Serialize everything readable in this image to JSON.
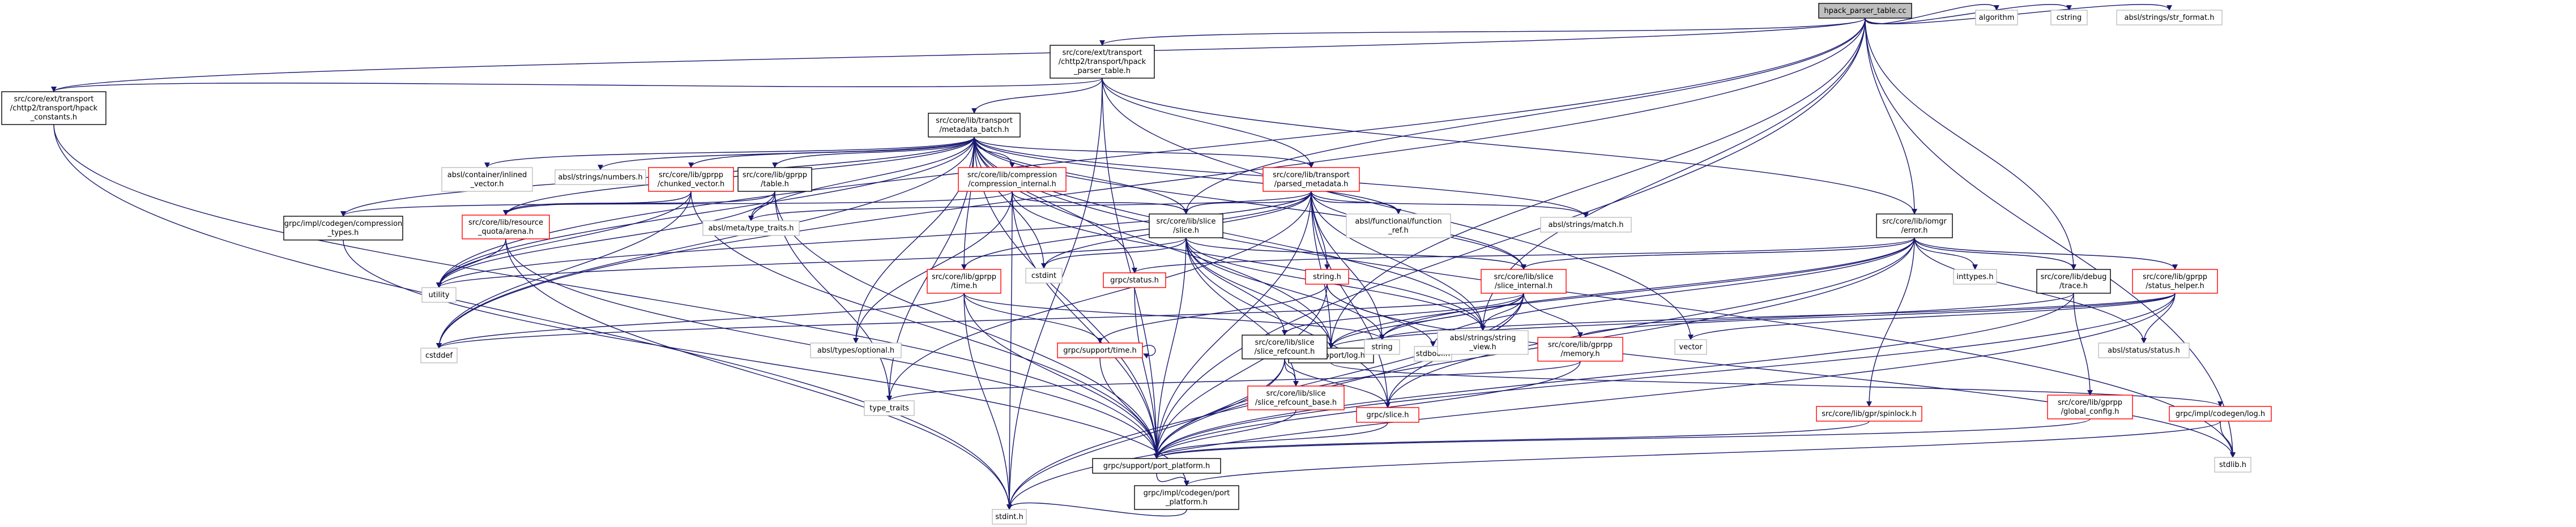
{
  "graph": {
    "nodes": [
      {
        "id": "root",
        "lines": [
          "hpack_parser_table.cc"
        ],
        "kind": "root"
      },
      {
        "id": "hpt_h",
        "lines": [
          "src/core/ext/transport",
          "/chttp2/transport/hpack",
          "_parser_table.h"
        ],
        "kind": "normal"
      },
      {
        "id": "hpc_h",
        "lines": [
          "src/core/ext/transport",
          "/chttp2/transport/hpack",
          "_constants.h"
        ],
        "kind": "normal"
      },
      {
        "id": "mb_h",
        "lines": [
          "src/core/lib/transport",
          "/metadata_batch.h"
        ],
        "kind": "normal"
      },
      {
        "id": "stdint",
        "lines": [
          "stdint.h"
        ],
        "kind": "system"
      },
      {
        "id": "utility",
        "lines": [
          "utility"
        ],
        "kind": "system"
      },
      {
        "id": "cstddef",
        "lines": [
          "cstddef"
        ],
        "kind": "system"
      },
      {
        "id": "vector",
        "lines": [
          "vector"
        ],
        "kind": "system"
      },
      {
        "id": "algorithm",
        "lines": [
          "algorithm"
        ],
        "kind": "system"
      },
      {
        "id": "cstring",
        "lines": [
          "cstring"
        ],
        "kind": "system"
      },
      {
        "id": "str_format",
        "lines": [
          "absl/strings/str_format.h"
        ],
        "kind": "system"
      },
      {
        "id": "stdlib",
        "lines": [
          "stdlib.h"
        ],
        "kind": "system"
      },
      {
        "id": "port_platform",
        "lines": [
          "grpc/support/port_platform.h"
        ],
        "kind": "normal"
      },
      {
        "id": "grpc_log",
        "lines": [
          "grpc/support/log.h"
        ],
        "kind": "normal"
      },
      {
        "id": "inlined_vector",
        "lines": [
          "absl/container/inlined",
          "_vector.h"
        ],
        "kind": "system"
      },
      {
        "id": "numbers",
        "lines": [
          "absl/strings/numbers.h"
        ],
        "kind": "system"
      },
      {
        "id": "chunked_vector",
        "lines": [
          "src/core/lib/gprpp",
          "/chunked_vector.h"
        ],
        "kind": "red"
      },
      {
        "id": "gprpp_table",
        "lines": [
          "src/core/lib/gprpp",
          "/table.h"
        ],
        "kind": "normal"
      },
      {
        "id": "compression_internal",
        "lines": [
          "src/core/lib/compression",
          "/compression_internal.h"
        ],
        "kind": "red"
      },
      {
        "id": "parsed_metadata",
        "lines": [
          "src/core/lib/transport",
          "/parsed_metadata.h"
        ],
        "kind": "red"
      },
      {
        "id": "error_h",
        "lines": [
          "src/core/lib/iomgr",
          "/error.h"
        ],
        "kind": "normal"
      },
      {
        "id": "compression_types",
        "lines": [
          "grpc/impl/codegen/compression",
          "_types.h"
        ],
        "kind": "normal"
      },
      {
        "id": "resource_quota",
        "lines": [
          "src/core/lib/resource",
          "_quota/arena.h"
        ],
        "kind": "red"
      },
      {
        "id": "meta_type_traits",
        "lines": [
          "absl/meta/type_traits.h"
        ],
        "kind": "system"
      },
      {
        "id": "slice_h",
        "lines": [
          "src/core/lib/slice",
          "/slice.h"
        ],
        "kind": "normal"
      },
      {
        "id": "function_ref",
        "lines": [
          "absl/functional/function",
          "_ref.h"
        ],
        "kind": "system"
      },
      {
        "id": "match",
        "lines": [
          "absl/strings/match.h"
        ],
        "kind": "system"
      },
      {
        "id": "cstdint",
        "lines": [
          "cstdint"
        ],
        "kind": "system"
      },
      {
        "id": "gpr_time",
        "lines": [
          "src/core/lib/gprpp",
          "/time.h"
        ],
        "kind": "red"
      },
      {
        "id": "grpc_status",
        "lines": [
          "grpc/status.h"
        ],
        "kind": "red"
      },
      {
        "id": "string_h",
        "lines": [
          "string.h"
        ],
        "kind": "red"
      },
      {
        "id": "slice_internal",
        "lines": [
          "src/core/lib/slice",
          "/slice_internal.h"
        ],
        "kind": "red"
      },
      {
        "id": "inttypes",
        "lines": [
          "inttypes.h"
        ],
        "kind": "system"
      },
      {
        "id": "debug_trace",
        "lines": [
          "src/core/lib/debug",
          "/trace.h"
        ],
        "kind": "normal"
      },
      {
        "id": "status_helper",
        "lines": [
          "src/core/lib/gprpp",
          "/status_helper.h"
        ],
        "kind": "red"
      },
      {
        "id": "optional",
        "lines": [
          "absl/types/optional.h"
        ],
        "kind": "system"
      },
      {
        "id": "support_time",
        "lines": [
          "grpc/support/time.h"
        ],
        "kind": "red"
      },
      {
        "id": "slice_refcount",
        "lines": [
          "src/core/lib/slice",
          "/slice_refcount.h"
        ],
        "kind": "normal"
      },
      {
        "id": "string",
        "lines": [
          "string"
        ],
        "kind": "system"
      },
      {
        "id": "stdbool",
        "lines": [
          "stdbool.h"
        ],
        "kind": "system"
      },
      {
        "id": "gprpp_memory",
        "lines": [
          "src/core/lib/gprpp",
          "/memory.h"
        ],
        "kind": "red"
      },
      {
        "id": "string_view",
        "lines": [
          "absl/strings/string",
          "_view.h"
        ],
        "kind": "system"
      },
      {
        "id": "absl_status",
        "lines": [
          "absl/status/status.h"
        ],
        "kind": "system"
      },
      {
        "id": "type_traits",
        "lines": [
          "type_traits"
        ],
        "kind": "system"
      },
      {
        "id": "refcount_base",
        "lines": [
          "src/core/lib/slice",
          "/slice_refcount_base.h"
        ],
        "kind": "red"
      },
      {
        "id": "grpc_slice",
        "lines": [
          "grpc/slice.h"
        ],
        "kind": "red"
      },
      {
        "id": "gpr_spinlock",
        "lines": [
          "src/core/lib/gpr/spinlock.h"
        ],
        "kind": "red"
      },
      {
        "id": "global_config",
        "lines": [
          "src/core/lib/gprpp",
          "/global_config.h"
        ],
        "kind": "red"
      },
      {
        "id": "codegen_log",
        "lines": [
          "grpc/impl/codegen/log.h"
        ],
        "kind": "red"
      },
      {
        "id": "codegen_port",
        "lines": [
          "grpc/impl/codegen/port",
          "_platform.h"
        ],
        "kind": "normal"
      }
    ],
    "colors": {
      "edge": "#191970",
      "normal_border": "#000000",
      "system_border": "#bfbfbf",
      "red_border": "#ff0000",
      "root_fill": "#bfbfbf",
      "text": "#000000"
    }
  }
}
